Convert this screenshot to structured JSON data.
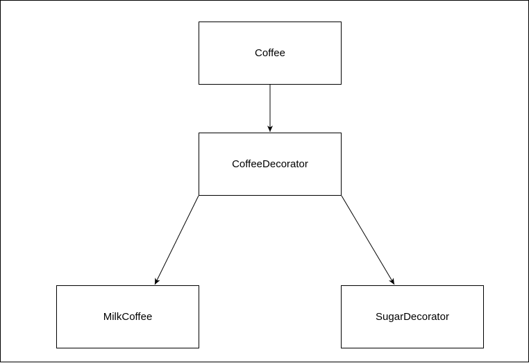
{
  "diagram": {
    "nodes": {
      "coffee": {
        "label": "Coffee"
      },
      "decorator": {
        "label": "CoffeeDecorator"
      },
      "milk": {
        "label": "MilkCoffee"
      },
      "sugar": {
        "label": "SugarDecorator"
      }
    },
    "edges": [
      {
        "from": "coffee",
        "to": "decorator"
      },
      {
        "from": "decorator",
        "to": "milk"
      },
      {
        "from": "decorator",
        "to": "sugar"
      }
    ],
    "colors": {
      "stroke": "#000000",
      "background": "#ffffff"
    }
  }
}
